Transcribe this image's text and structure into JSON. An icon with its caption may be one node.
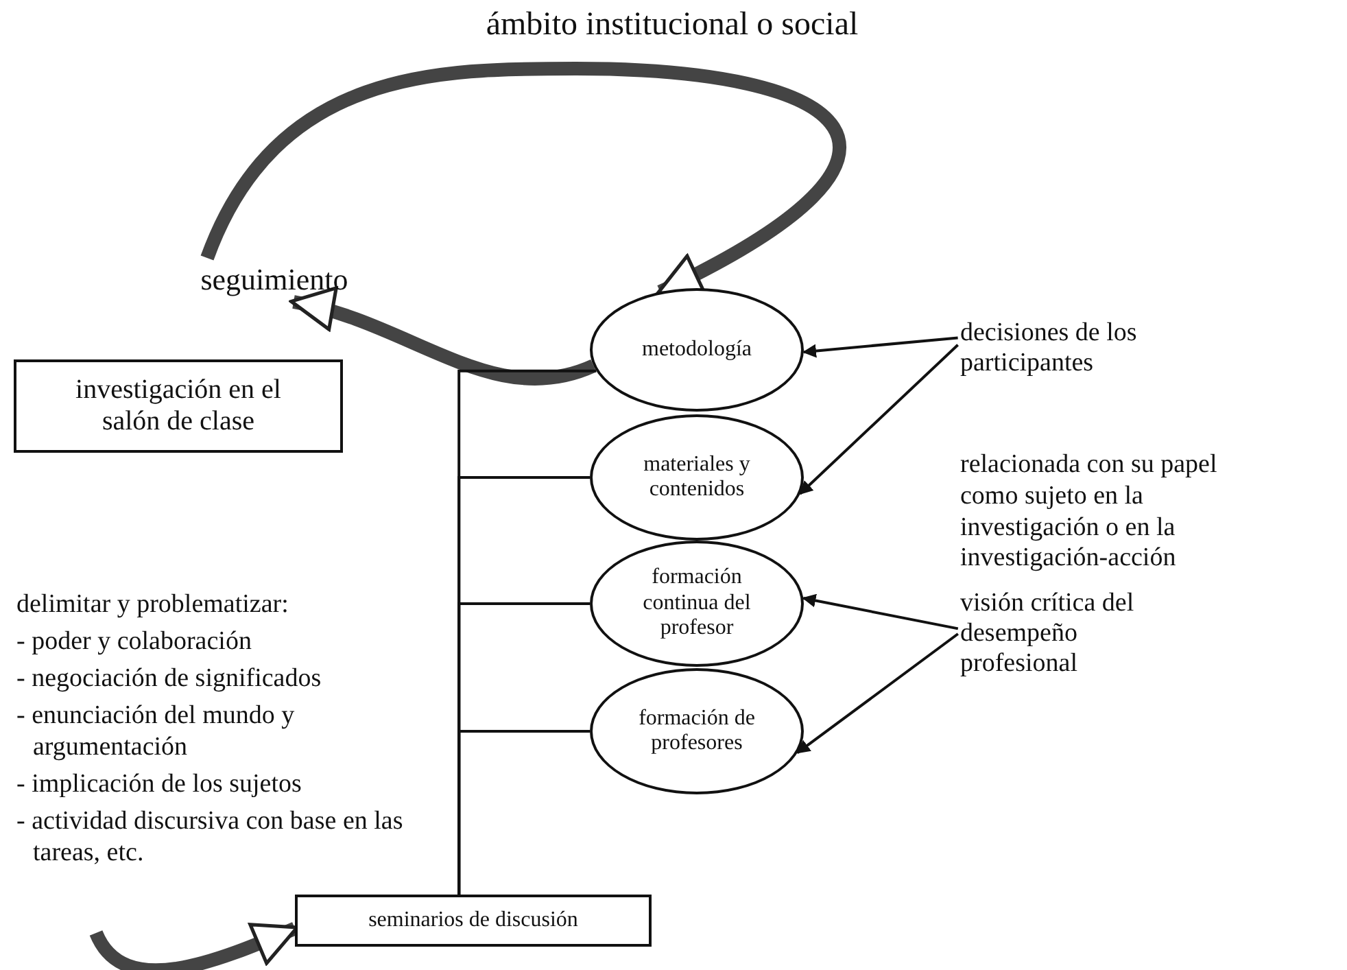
{
  "diagram": {
    "nodes": [
      {
        "text": [
          "seguimiento"
        ]
      },
      {
        "text": [
          "investigación en el salón de clase"
        ]
      },
      {
        "text": [
          "metodología"
        ]
      },
      {
        "text": [
          "materiales y contenidos"
        ]
      },
      {
        "text": [
          "formación continua del profesor"
        ]
      },
      {
        "text": [
          "formación de profesores"
        ]
      },
      {
        "text": [
          "seminarios de discusión"
        ]
      },
      {
        "text": [
          "decisiones de los participantes"
        ]
      },
      {
        "text": [
          "visión crítica del desempeño profesional"
        ]
      }
    ],
    "edges": [
      {
        "from": 0,
        "to": 2,
        "arrow": "to",
        "style": "thick"
      },
      {
        "from": 2,
        "to": 0,
        "arrow": "to",
        "style": "thick"
      },
      {
        "from": null,
        "to": 6,
        "arrow": "to",
        "style": "thick"
      },
      {
        "from": 6,
        "to": 2,
        "arrow": "none"
      },
      {
        "from": 6,
        "to": 3,
        "arrow": "none"
      },
      {
        "from": 6,
        "to": 4,
        "arrow": "none"
      },
      {
        "from": 6,
        "to": 5,
        "arrow": "none"
      },
      {
        "from": 7,
        "to": 2,
        "arrow": "to"
      },
      {
        "from": 7,
        "to": 3,
        "arrow": "to"
      },
      {
        "from": 8,
        "to": 4,
        "arrow": "to"
      },
      {
        "from": 8,
        "to": 5,
        "arrow": "to"
      }
    ],
    "labels": [
      "ámbito institucional o social",
      "delimitar y problematizar:",
      "- poder y colaboración",
      "- negociación de significados",
      "- enunciación del mundo y argumentación",
      "- implicación de los sujetos",
      "- actividad discursiva con base en las tareas, etc.",
      "relacionada con su papel como sujeto en la investigación o en la investigación-acción"
    ]
  }
}
